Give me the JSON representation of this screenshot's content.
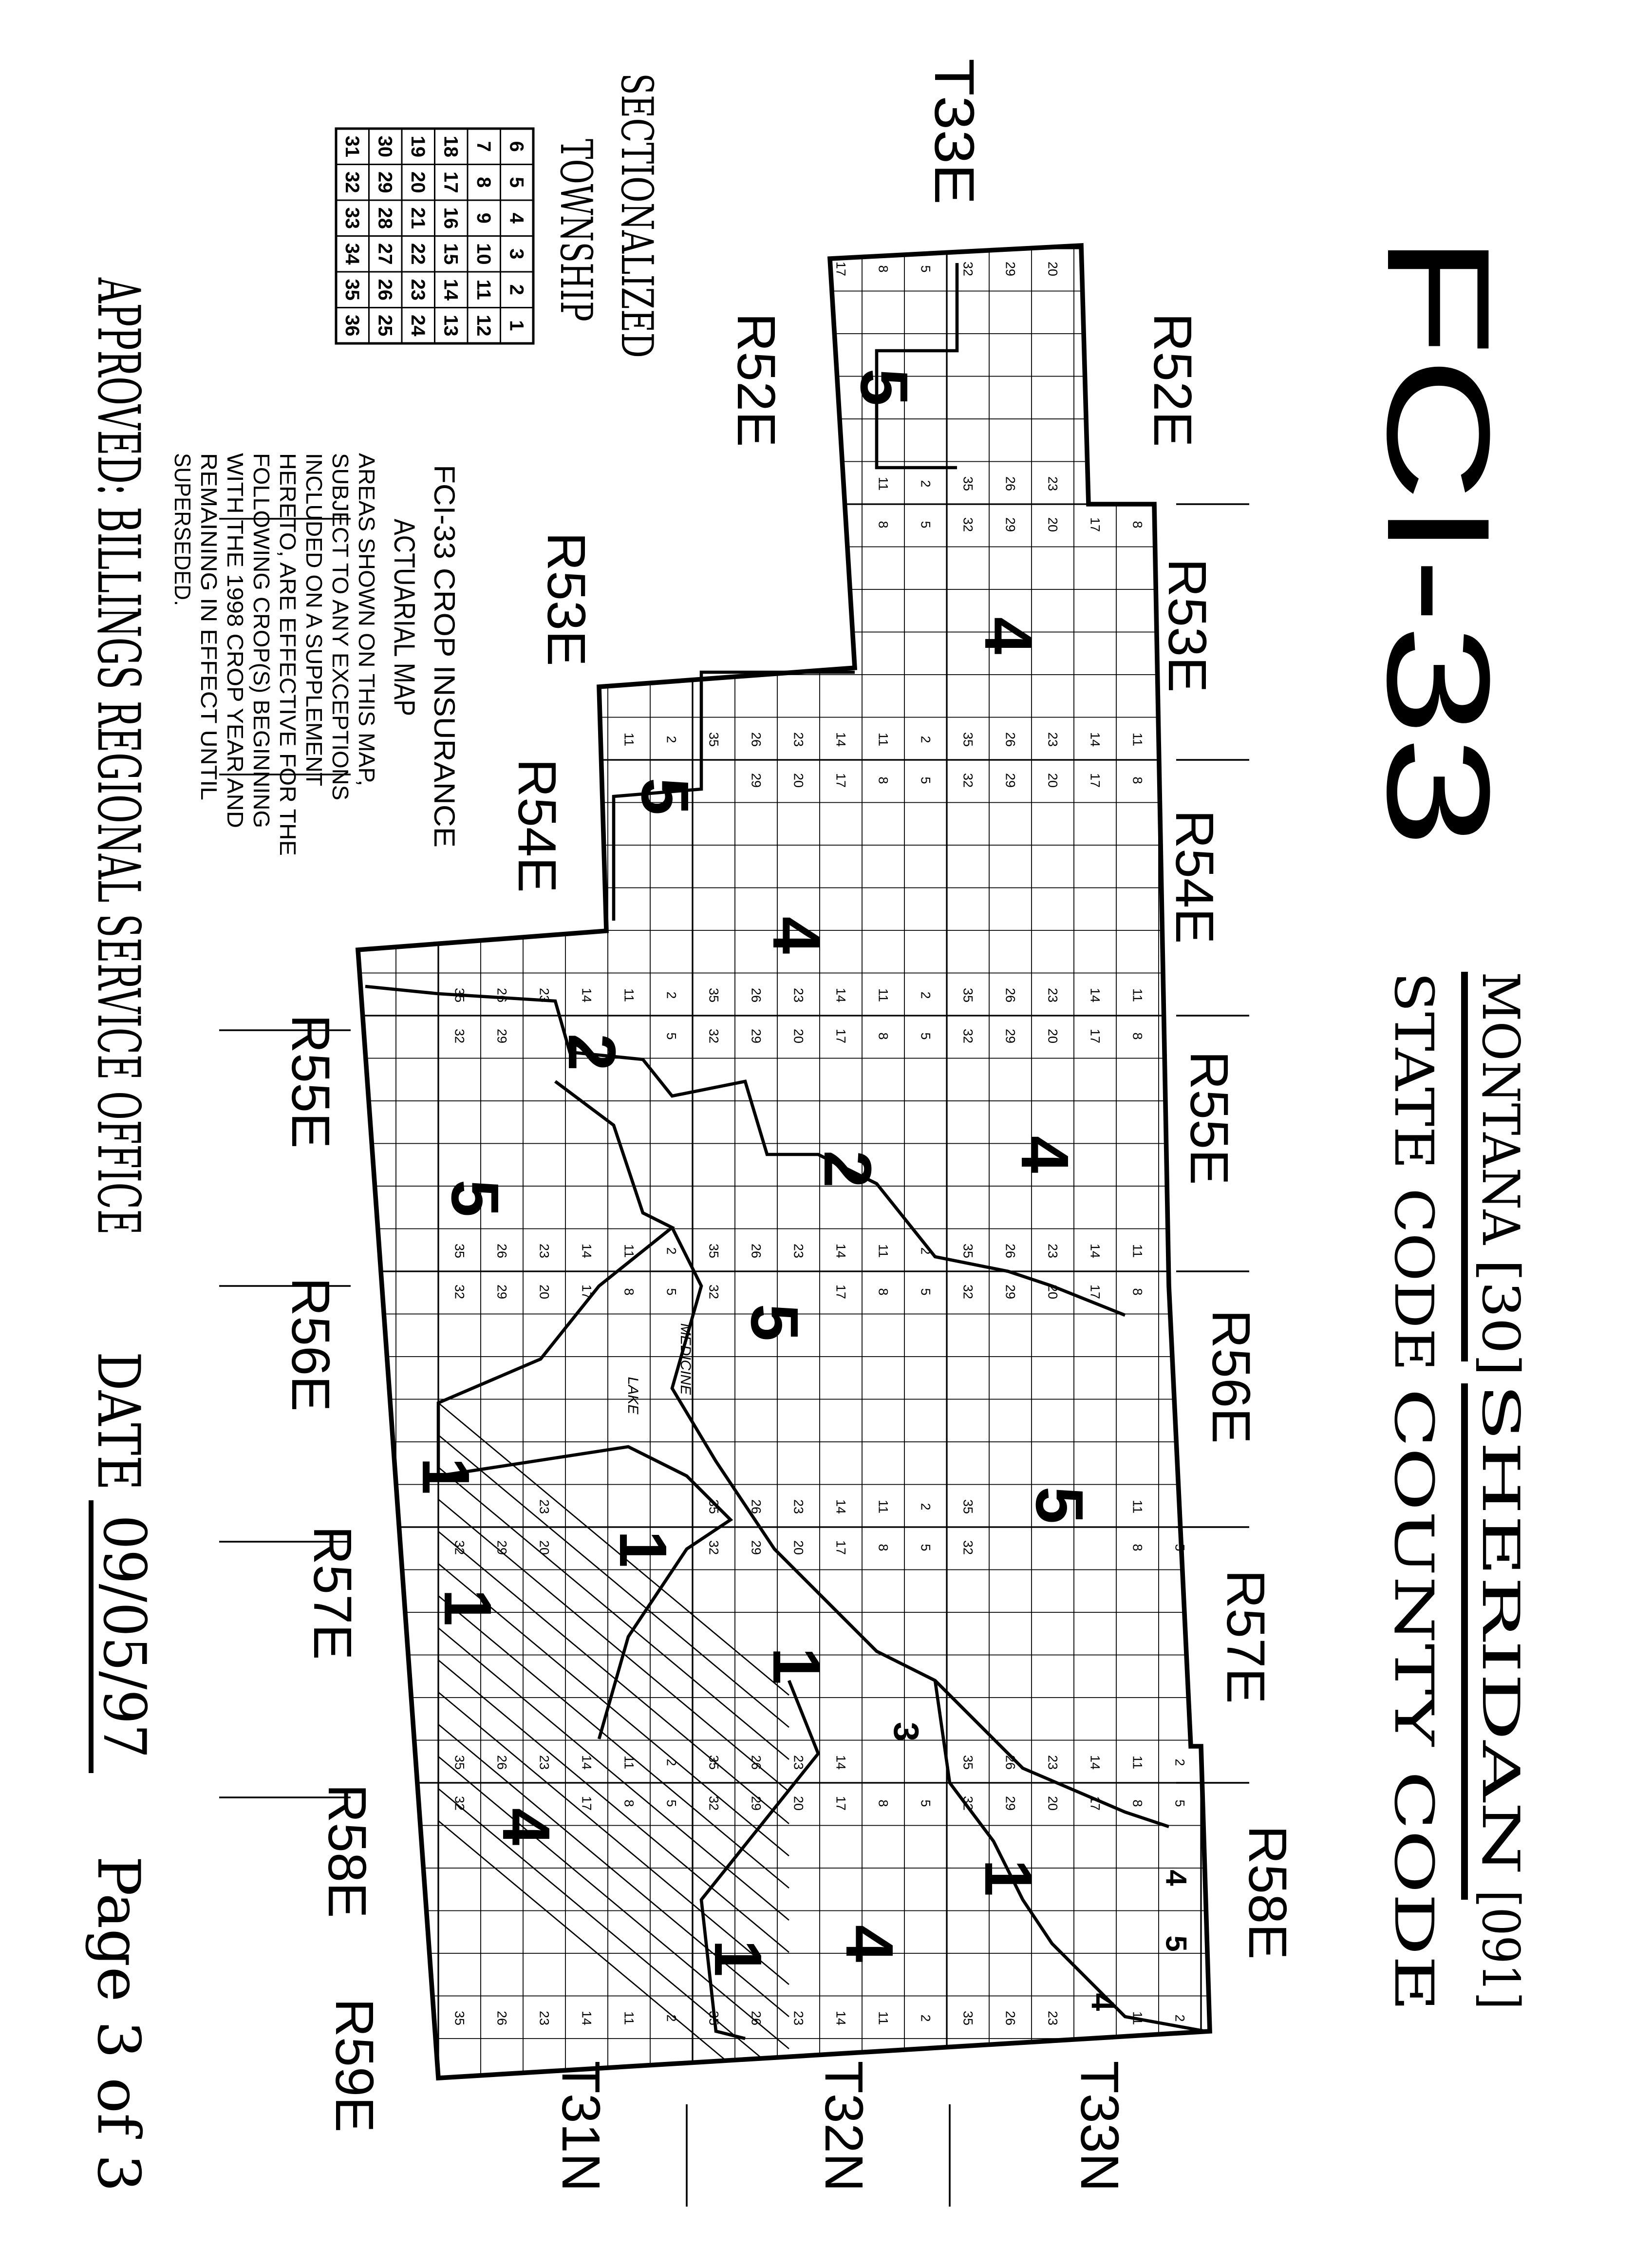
{
  "document": {
    "title": "FCI-33",
    "state": {
      "name": "MONTANA",
      "code": "[30]",
      "label": "STATE CODE"
    },
    "county": {
      "name": "SHERIDAN",
      "code": "[091]",
      "label": "COUNTY CODE"
    }
  },
  "legend": {
    "heading1": "SECTIONALIZED",
    "heading2": "TOWNSHIP",
    "section_grid": [
      [
        "6",
        "5",
        "4",
        "3",
        "2",
        "1"
      ],
      [
        "7",
        "8",
        "9",
        "10",
        "11",
        "12"
      ],
      [
        "18",
        "17",
        "16",
        "15",
        "14",
        "13"
      ],
      [
        "19",
        "20",
        "21",
        "22",
        "23",
        "24"
      ],
      [
        "30",
        "29",
        "28",
        "27",
        "26",
        "25"
      ],
      [
        "31",
        "32",
        "33",
        "34",
        "35",
        "36"
      ]
    ]
  },
  "note": {
    "title": "FCI-33 CROP INSURANCE",
    "subtitle": "ACTUARIAL MAP",
    "lines": [
      "AREAS SHOWN ON THIS MAP,",
      "SUBJECT TO ANY EXCEPTIONS",
      "INCLUDED ON A SUPPLEMENT",
      "HERETO, ARE EFFECTIVE FOR THE",
      "FOLLOWING CROP(S) BEGINNING",
      "WITH THE 1998 CROP YEAR AND",
      "REMAINING IN EFFECT UNTIL",
      "SUPERSEDED."
    ]
  },
  "footer": {
    "approved": "APPROVED: BILLINGS REGIONAL SERVICE OFFICE",
    "date_label": "DATE",
    "date": "09/05/97",
    "page": "Page 3 of 3"
  },
  "map": {
    "township_top_left": "T33E",
    "ranges_top": [
      "R52E",
      "R53E",
      "R54E",
      "R55E",
      "R56E",
      "R57E",
      "R58E"
    ],
    "ranges_bottom": [
      "R52E",
      "R53E",
      "R54E",
      "R55E",
      "R56E",
      "R57E",
      "R58E",
      "R59E"
    ],
    "townships_right": [
      "T33N",
      "T32N",
      "T31N"
    ],
    "zones": [
      "5",
      "4",
      "5",
      "4",
      "2",
      "2",
      "4",
      "5",
      "5",
      "5",
      "1",
      "1",
      "1",
      "1",
      "3",
      "4",
      "1",
      "4",
      "1",
      "4",
      "5",
      "4"
    ],
    "section_labels": {
      "west_column": [
        "32",
        "29",
        "20",
        "17",
        "8",
        "5"
      ],
      "east_column": [
        "35",
        "26",
        "23",
        "14",
        "11",
        "2"
      ]
    },
    "place_names": [
      "MEDICINE",
      "LAKE"
    ]
  }
}
